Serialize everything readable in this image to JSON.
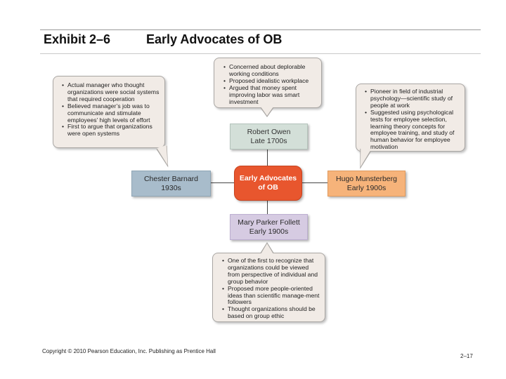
{
  "header": {
    "exhibit": "Exhibit 2–6",
    "title": "Early Advocates of OB"
  },
  "center": {
    "line1": "Early Advocates",
    "line2": "of OB"
  },
  "owen": {
    "name": "Robert Owen",
    "era": "Late 1700s",
    "bullets": [
      "Concerned about deplorable working conditions",
      "Proposed idealistic workplace",
      "Argued that money spent improving labor was smart investment"
    ]
  },
  "barnard": {
    "name": "Chester Barnard",
    "era": "1930s",
    "bullets": [
      "Actual manager who thought organizations were social systems that required cooperation",
      "Believed manager’s job was to communicate and stimulate employees’ high levels of effort",
      "First to argue that organizations were open systems"
    ]
  },
  "munsterberg": {
    "name": "Hugo Munsterberg",
    "era": "Early 1900s",
    "bullets": [
      "Pioneer in field of industrial psychology—scientific study of people at work",
      "Suggested using psychological tests for employee selection, learning theory concepts for employee training, and study of human behavior for employee motivation"
    ]
  },
  "follett": {
    "name": "Mary Parker Follett",
    "era": "Early 1900s",
    "bullets": [
      "One of the first to recognize that organizations could be viewed from perspective of individual and group behavior",
      "Proposed more people-oriented ideas than scientific manage-ment followers",
      "Thought organizations should be based on group ethic"
    ]
  },
  "footer": {
    "copyright": "Copyright © 2010 Pearson Education, Inc. Publishing as Prentice Hall",
    "page": "2–17"
  },
  "colors": {
    "center": "#e8562e",
    "owen": "#d3dfd8",
    "barnard": "#a8bccb",
    "munsterberg": "#f6b37a",
    "follett": "#d6cbe2",
    "bubble": "#f1ebe6"
  }
}
